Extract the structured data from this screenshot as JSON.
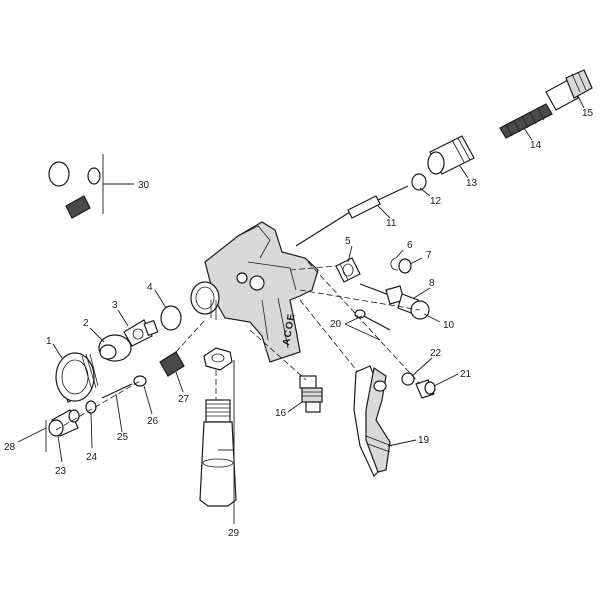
{
  "body_logo": "ACOE",
  "callouts": [
    "1",
    "2",
    "3",
    "4",
    "5",
    "6",
    "7",
    "8",
    "10",
    "11",
    "12",
    "13",
    "14",
    "15",
    "16",
    "19",
    "20",
    "21",
    "22",
    "23",
    "24",
    "25",
    "26",
    "27",
    "28",
    "29",
    "30"
  ]
}
